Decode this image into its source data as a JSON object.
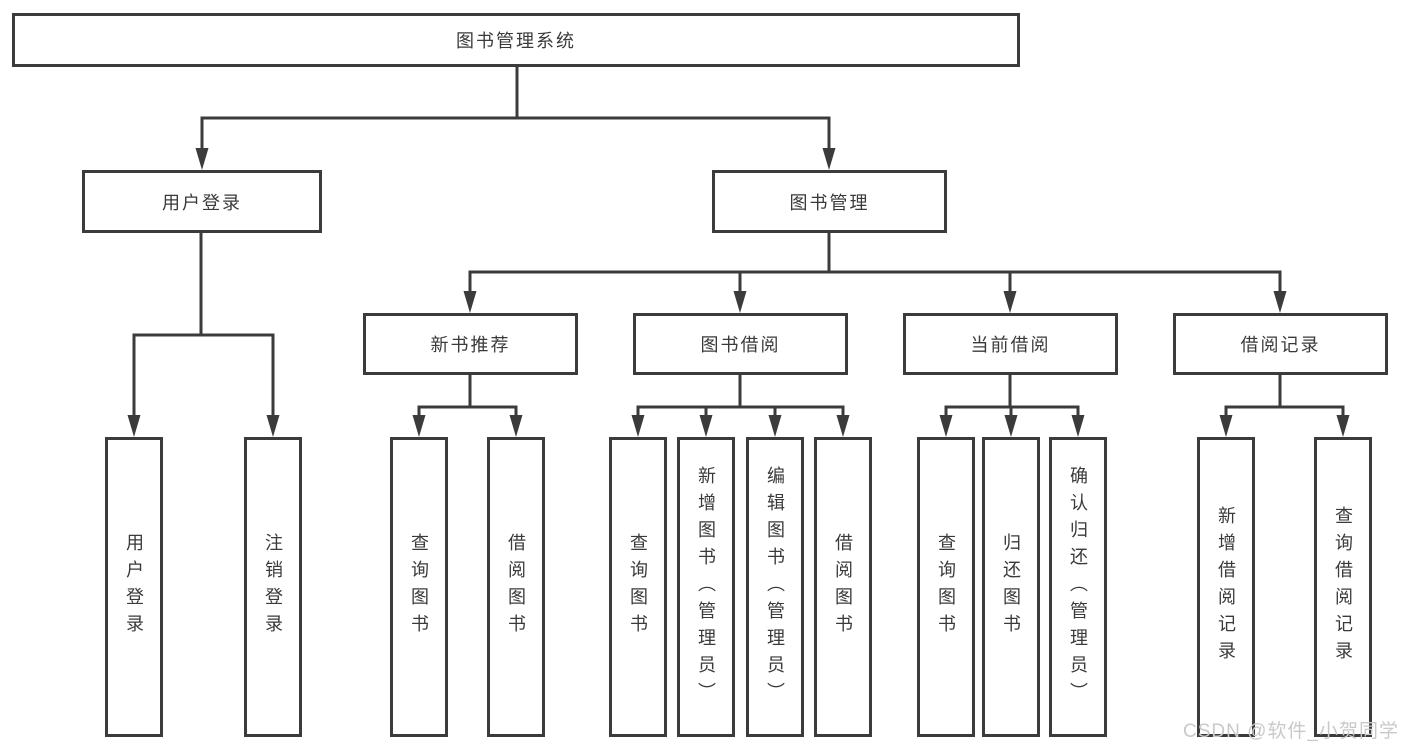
{
  "diagram": {
    "root": {
      "label": "图书管理系统"
    },
    "branches": [
      {
        "label": "用户登录",
        "children": [
          {
            "label": "用户登录"
          },
          {
            "label": "注销登录"
          }
        ]
      },
      {
        "label": "图书管理",
        "children": [
          {
            "label": "新书推荐",
            "children": [
              {
                "label": "查询图书"
              },
              {
                "label": "借阅图书"
              }
            ]
          },
          {
            "label": "图书借阅",
            "children": [
              {
                "label": "查询图书"
              },
              {
                "label": "新增图书（管理员）"
              },
              {
                "label": "编辑图书（管理员）"
              },
              {
                "label": "借阅图书"
              }
            ]
          },
          {
            "label": "当前借阅",
            "children": [
              {
                "label": "查询图书"
              },
              {
                "label": "归还图书"
              },
              {
                "label": "确认归还（管理员）"
              }
            ]
          },
          {
            "label": "借阅记录",
            "children": [
              {
                "label": "新增借阅记录"
              },
              {
                "label": "查询借阅记录"
              }
            ]
          }
        ]
      }
    ]
  },
  "watermark": {
    "text": "CSDN @软件_小贺同学"
  },
  "colors": {
    "line": "#3b3b3b",
    "text": "#3a3a3a",
    "box_fill": "#ffffff",
    "watermark": "#c9c9c9",
    "background": "#ffffff"
  }
}
